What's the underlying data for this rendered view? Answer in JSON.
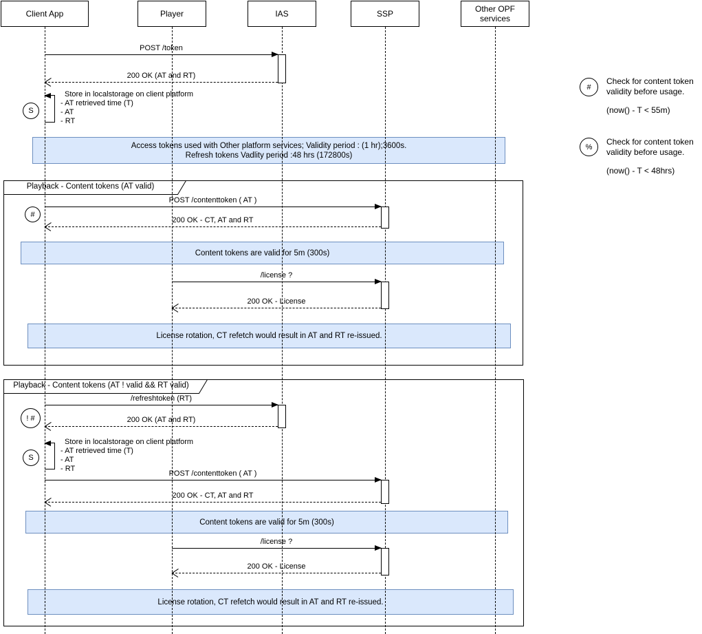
{
  "actors": [
    {
      "label": "Client App"
    },
    {
      "label": "Player"
    },
    {
      "label": "IAS"
    },
    {
      "label": "SSP"
    },
    {
      "label": "Other OPF services"
    }
  ],
  "messages": {
    "post_token": "POST /token",
    "ok_at_rt": "200 OK (AT and RT)",
    "post_contenttoken": "POST /contenttoken ( AT )",
    "ok_ct_at_rt": "200 OK - CT, AT and RT",
    "license_req": "/license ?",
    "ok_license": "200 OK - License",
    "refreshtoken": "/refreshtoken (RT)"
  },
  "self_message": {
    "title": "Store in localstorage on client platform",
    "items": [
      "- AT retrieved time (T)",
      "- AT",
      "- RT"
    ]
  },
  "badges": {
    "store": "S",
    "content_check": "#",
    "content_check_invalid": "! #"
  },
  "notes": {
    "access_tokens_line1": "Access tokens used with Other platform services; Validity period : (1 hr);3600s.",
    "access_tokens_line2": "Refresh tokens Vadlity period :48 hrs (172800s)",
    "content_tokens_valid": "Content tokens are valid for 5m (300s)",
    "license_rotation": "License rotation, CT refetch would result in AT and RT re-issued."
  },
  "frames": [
    {
      "title": "Playback - Content tokens (AT valid)"
    },
    {
      "title": "Playback - Content tokens (AT ! valid && RT valid)"
    }
  ],
  "legend": [
    {
      "symbol": "#",
      "text": "Check for content token validity before usage.",
      "condition": "(now() - T < 55m)"
    },
    {
      "symbol": "%",
      "text": "Check for content token validity before usage.",
      "condition": "(now() - T <  48hrs)"
    }
  ],
  "colors": {
    "note_fill": "#dae8fc",
    "note_border": "#6c8ebf",
    "line": "#000000"
  }
}
